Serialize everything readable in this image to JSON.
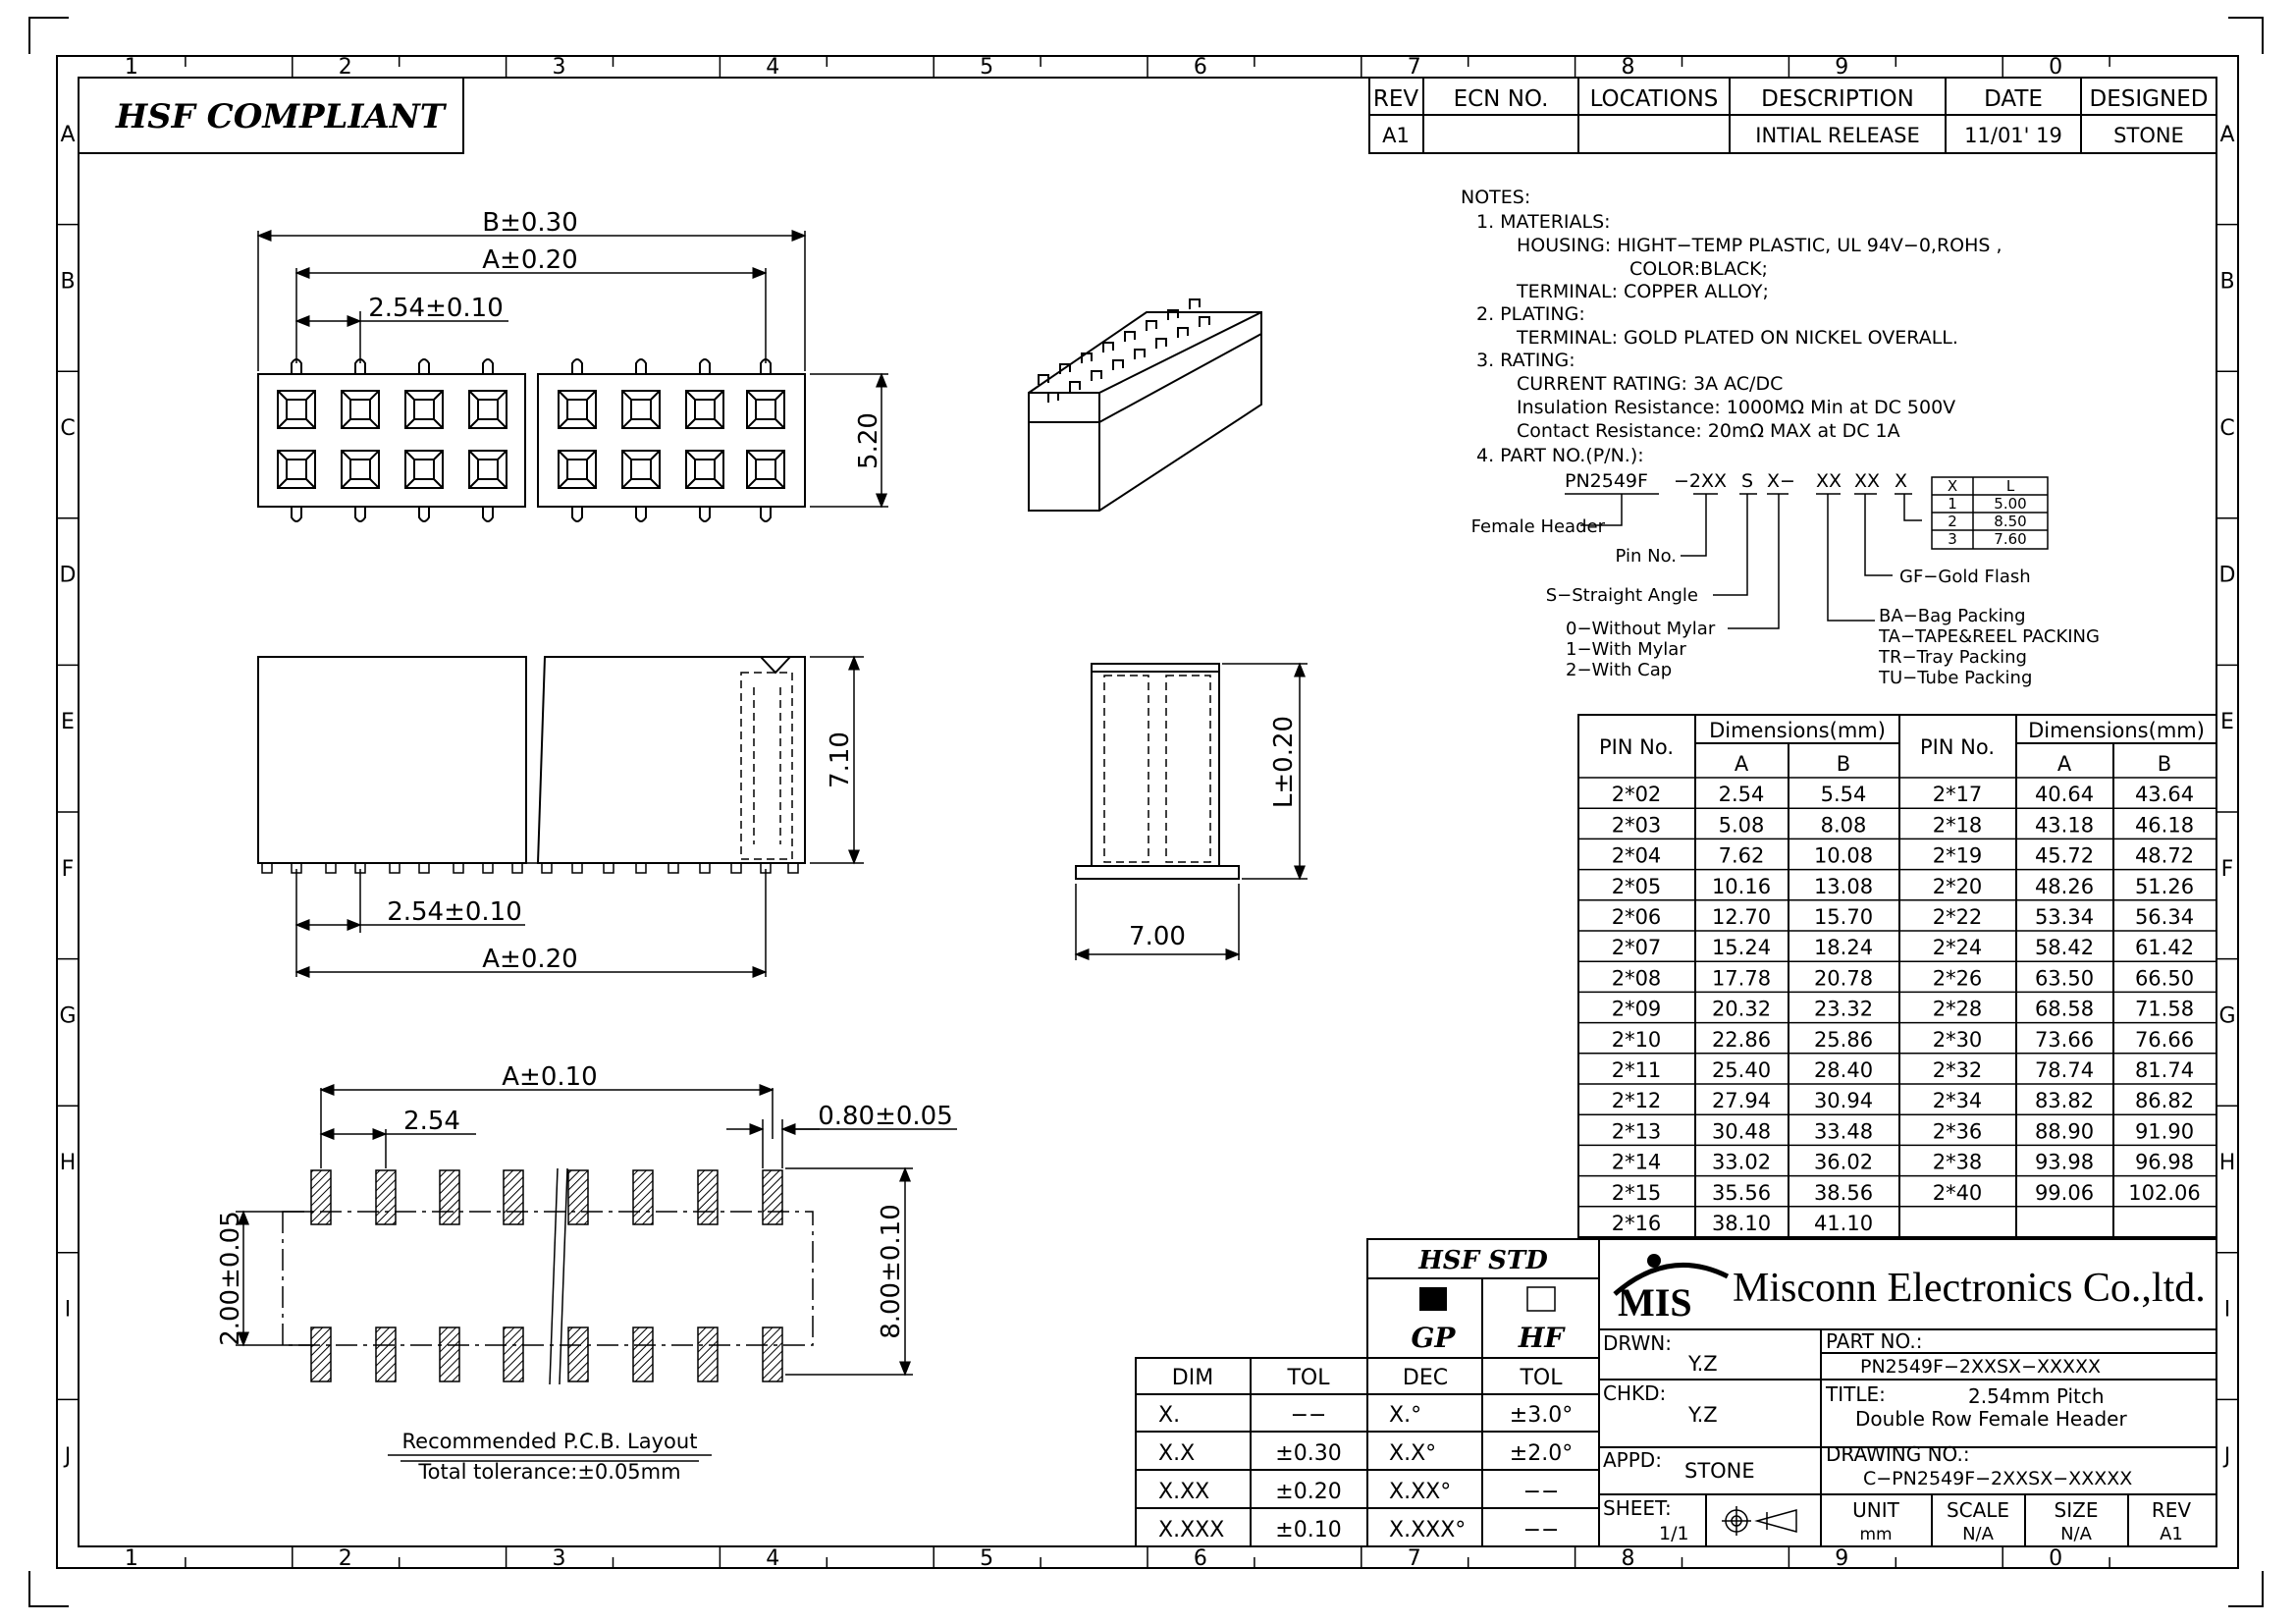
{
  "border": {
    "columns": [
      "1",
      "2",
      "3",
      "4",
      "5",
      "6",
      "7",
      "8",
      "9",
      "0"
    ],
    "rows": [
      "A",
      "B",
      "C",
      "D",
      "E",
      "F",
      "G",
      "H",
      "I",
      "J"
    ]
  },
  "compliance": "HSF  COMPLIANT",
  "revision_table": {
    "headers": [
      "REV",
      "ECN  NO.",
      "LOCATIONS",
      "DESCRIPTION",
      "DATE",
      "DESIGNED"
    ],
    "rows": [
      [
        "A1",
        "",
        "",
        "INTIAL  RELEASE",
        "11/01' 19",
        "STONE"
      ]
    ]
  },
  "notes": {
    "title": "NOTES:",
    "lines": [
      "1. MATERIALS:",
      "HOUSING:  HIGHT−TEMP  PLASTIC,  UL  94V−0,ROHS ,",
      "COLOR:BLACK;",
      "TERMINAL:  COPPER  ALLOY;",
      "2. PLATING:",
      "TERMINAL:  GOLD  PLATED  ON  NICKEL  OVERALL.",
      "3. RATING:",
      "CURRENT  RATING:  3A  AC/DC",
      "Insulation  Resistance:  1000MΩ  Min  at  DC  500V",
      "Contact  Resistance:  20mΩ  MAX  at  DC  1A",
      "4. PART  NO.(P/N.):"
    ]
  },
  "part_code": {
    "parts": [
      "PN2549F",
      "−2XX",
      "S",
      "X−",
      "XX",
      "XX",
      "X"
    ],
    "female_header": "Female Header",
    "pin_no": "Pin  No.",
    "straight": "S−Straight  Angle",
    "mylar": [
      "0−Without  Mylar",
      "1−With  Mylar",
      "2−With  Cap"
    ],
    "packing": [
      "BA−Bag  Packing",
      "TA−TAPE&REEL  PACKING",
      "TR−Tray  Packing",
      "TU−Tube  Packing"
    ],
    "gold": "GF−Gold  Flash",
    "l_table": {
      "headers": [
        "X",
        "L"
      ],
      "rows": [
        [
          "1",
          "5.00"
        ],
        [
          "2",
          "8.50"
        ],
        [
          "3",
          "7.60"
        ]
      ]
    }
  },
  "dim_table": {
    "pin_header": "PIN  No.",
    "dims_header": "Dimensions(mm)",
    "sub": [
      "A",
      "B"
    ],
    "rows": [
      [
        "2*02",
        "2.54",
        "5.54",
        "2*17",
        "40.64",
        "43.64"
      ],
      [
        "2*03",
        "5.08",
        "8.08",
        "2*18",
        "43.18",
        "46.18"
      ],
      [
        "2*04",
        "7.62",
        "10.08",
        "2*19",
        "45.72",
        "48.72"
      ],
      [
        "2*05",
        "10.16",
        "13.08",
        "2*20",
        "48.26",
        "51.26"
      ],
      [
        "2*06",
        "12.70",
        "15.70",
        "2*22",
        "53.34",
        "56.34"
      ],
      [
        "2*07",
        "15.24",
        "18.24",
        "2*24",
        "58.42",
        "61.42"
      ],
      [
        "2*08",
        "17.78",
        "20.78",
        "2*26",
        "63.50",
        "66.50"
      ],
      [
        "2*09",
        "20.32",
        "23.32",
        "2*28",
        "68.58",
        "71.58"
      ],
      [
        "2*10",
        "22.86",
        "25.86",
        "2*30",
        "73.66",
        "76.66"
      ],
      [
        "2*11",
        "25.40",
        "28.40",
        "2*32",
        "78.74",
        "81.74"
      ],
      [
        "2*12",
        "27.94",
        "30.94",
        "2*34",
        "83.82",
        "86.82"
      ],
      [
        "2*13",
        "30.48",
        "33.48",
        "2*36",
        "88.90",
        "91.90"
      ],
      [
        "2*14",
        "33.02",
        "36.02",
        "2*38",
        "93.98",
        "96.98"
      ],
      [
        "2*15",
        "35.56",
        "38.56",
        "2*40",
        "99.06",
        "102.06"
      ],
      [
        "2*16",
        "38.10",
        "41.10",
        "",
        "",
        " "
      ]
    ]
  },
  "dims": {
    "top_b": "B±0.30",
    "top_a": "A±0.20",
    "top_pitch": "2.54±0.10",
    "top_h": "5.20",
    "side_h": "7.10",
    "side_pitch": "2.54±0.10",
    "side_a": "A±0.20",
    "end_l": "L±0.20",
    "end_w": "7.00",
    "pcb_a": "A±0.10",
    "pcb_pitch": "2.54",
    "pcb_pad": "0.80±0.05",
    "pcb_row": "2.00±0.05",
    "pcb_h": "8.00±0.10",
    "pcb_title": "Recommended  P.C.B.  Layout",
    "pcb_tol": "Total  tolerance:±0.05mm"
  },
  "tolerance": {
    "headers": [
      "DIM",
      "TOL"
    ],
    "rows": [
      [
        "X.",
        "−−"
      ],
      [
        "X.X",
        "±0.30"
      ],
      [
        "X.XX",
        "±0.20"
      ],
      [
        "X.XXX",
        "±0.10"
      ]
    ]
  },
  "hsf_std": {
    "title": "HSF  STD",
    "gp": "GP",
    "hf": "HF",
    "headers": [
      "DEC",
      "TOL"
    ],
    "rows": [
      [
        "X.°",
        "±3.0°"
      ],
      [
        "X.X°",
        "±2.0°"
      ],
      [
        "X.XX°",
        "−−"
      ],
      [
        "X.XXX°",
        "−−"
      ]
    ]
  },
  "title_block": {
    "logo": "MIS",
    "company": "Misconn Electronics Co.,ltd.",
    "drwn_label": "DRWN:",
    "drwn": "Y.Z",
    "part_label": "PART  NO.:",
    "part": "PN2549F−2XXSX−XXXXX",
    "chkd_label": "CHKD:",
    "chkd": "Y.Z",
    "title_label": "TITLE:",
    "title1": "2.54mm  Pitch",
    "title2": "Double  Row  Female  Header",
    "appd_label": "APPD:",
    "appd": "STONE",
    "dwg_label": "DRAWING  NO.:",
    "dwg": "C−PN2549F−2XXSX−XXXXX",
    "sheet_label": "SHEET:",
    "sheet": "1/1",
    "unit_label": "UNIT",
    "unit": "mm",
    "scale_label": "SCALE",
    "scale": "N/A",
    "size_label": "SIZE",
    "size": "N/A",
    "rev_label": "REV",
    "rev": "A1"
  }
}
